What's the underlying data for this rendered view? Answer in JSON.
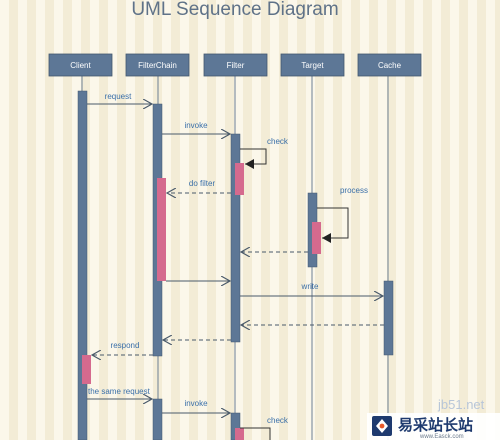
{
  "title": "UML Sequence Diagram",
  "colors": {
    "box": "#5d7796",
    "activation": "#5d7796",
    "self_activation": "#d56a8e",
    "lifeline": "#6d7f94",
    "arrow": "#4a5a6a",
    "label": "#3a6fa8"
  },
  "participants": [
    "Client",
    "FilterChain",
    "Filter",
    "Target",
    "Cache"
  ],
  "messages": [
    {
      "label": "request",
      "style": "solid",
      "from": "Client",
      "to": "FilterChain"
    },
    {
      "label": "invoke",
      "style": "solid",
      "from": "FilterChain",
      "to": "Filter"
    },
    {
      "label": "check",
      "style": "self",
      "from": "Filter",
      "to": "Filter"
    },
    {
      "label": "do filter",
      "style": "dashed",
      "from": "Filter",
      "to": "FilterChain"
    },
    {
      "label": "process",
      "style": "self",
      "from": "Target",
      "to": "Target"
    },
    {
      "label": "",
      "style": "dashed",
      "from": "Target",
      "to": "Filter"
    },
    {
      "label": "",
      "style": "solid",
      "from": "FilterChain",
      "to": "Filter"
    },
    {
      "label": "write",
      "style": "solid",
      "from": "Filter",
      "to": "Cache"
    },
    {
      "label": "",
      "style": "dashed",
      "from": "Cache",
      "to": "Filter"
    },
    {
      "label": "",
      "style": "dashed",
      "from": "Filter",
      "to": "FilterChain"
    },
    {
      "label": "respond",
      "style": "dashed",
      "from": "FilterChain",
      "to": "Client"
    },
    {
      "label": "the same request",
      "style": "solid",
      "from": "Client",
      "to": "FilterChain"
    },
    {
      "label": "invoke",
      "style": "solid",
      "from": "FilterChain",
      "to": "Filter"
    },
    {
      "label": "check",
      "style": "self",
      "from": "Filter",
      "to": "Filter"
    }
  ],
  "watermark": {
    "brand": "易采站长站",
    "url": "www.Easck.com",
    "faint": "jb51.net"
  }
}
